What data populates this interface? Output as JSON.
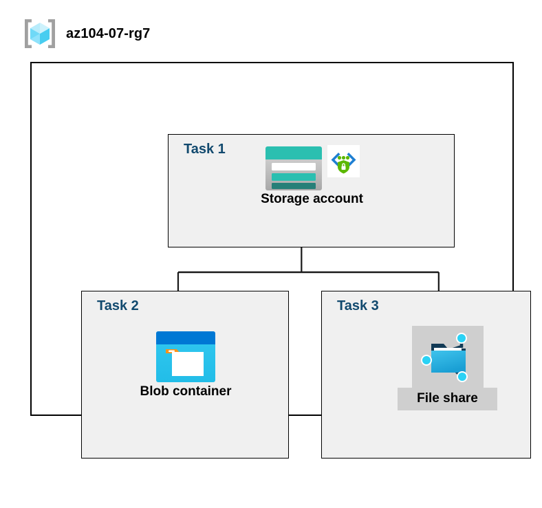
{
  "resource_group": {
    "name": "az104-07-rg7",
    "icon": "resource-group-cube-icon"
  },
  "diagram": {
    "type": "azure-architecture-tree",
    "root_label": "Storage account",
    "colors": {
      "task_label": "#11496e",
      "box_fill": "#f0f0f0",
      "box_border": "#000000",
      "outer_border": "#000000",
      "canvas": "#ffffff",
      "highlight": "#cfcfcf",
      "storage_teal": "#2bbfb0",
      "storage_teal_dark": "#267f78",
      "blob_blue": "#0078d4",
      "blob_cyan": "#32c8f0",
      "blob_orange": "#f7931e",
      "fileshare_cyan": "#31b6e8",
      "shield_green": "#5cb800",
      "bracket_gray": "#a0a0a0",
      "cube_cyan": "#8fe2fb"
    }
  },
  "tasks": [
    {
      "id": "task-1",
      "label": "Task 1",
      "node": {
        "caption": "Storage account",
        "icon": "storage-account-icon",
        "badge_icon": "storage-security-shield-icon",
        "highlighted": false
      }
    },
    {
      "id": "task-2",
      "label": "Task 2",
      "node": {
        "caption": "Blob container",
        "icon": "blob-container-icon",
        "badge_icon": null,
        "highlighted": false
      }
    },
    {
      "id": "task-3",
      "label": "Task 3",
      "node": {
        "caption": "File share",
        "icon": "file-share-icon",
        "badge_icon": null,
        "highlighted": true
      }
    }
  ],
  "connections": [
    {
      "from": "Storage account",
      "to": "Blob container"
    },
    {
      "from": "Storage account",
      "to": "File share"
    }
  ]
}
